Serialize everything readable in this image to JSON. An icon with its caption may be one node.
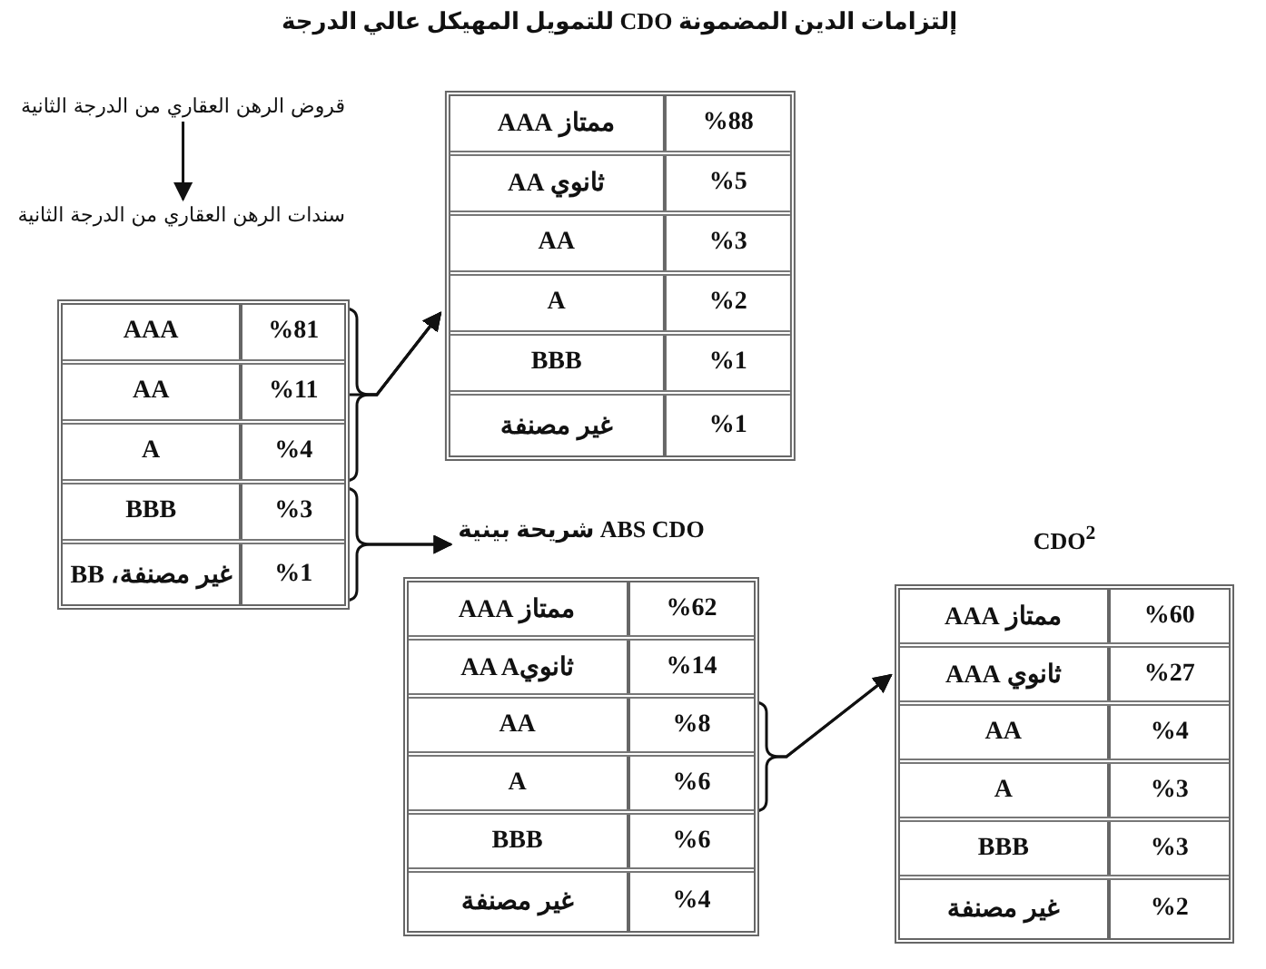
{
  "diagram": {
    "nodes": [
      {
        "text": [
          "قروض الرهن العقاري من الدرجة الثانية"
        ]
      },
      {
        "text": [
          "سندات الرهن العقاري من الدرجة الثانية"
        ]
      },
      {
        "text": [
          "إلتزامات الدين المضمونة CDO للتمويل المهيكل عالي الدرجة"
        ]
      },
      {
        "text": [
          "%88",
          "ممتاز AAA"
        ],
        "in": 2
      },
      {
        "text": [
          "%5",
          "ثانوي AA"
        ],
        "in": 2
      },
      {
        "text": [
          "%3",
          "AA"
        ],
        "in": 2
      },
      {
        "text": [
          "%2",
          "A"
        ],
        "in": 2
      },
      {
        "text": [
          "%1",
          "BBB"
        ],
        "in": 2
      },
      {
        "text": [
          "%1",
          "غير مصنفة"
        ],
        "in": 2
      },
      {
        "text": [],
        "shape": "box"
      },
      {
        "text": [
          "%81",
          "AAA"
        ],
        "in": 9
      },
      {
        "text": [
          "%11",
          "AA"
        ],
        "in": 9
      },
      {
        "text": [
          "%4",
          "A"
        ],
        "in": 9
      },
      {
        "text": [
          "%3",
          "BBB"
        ],
        "in": 9
      },
      {
        "text": [
          "%1",
          "غير مصنفة، BB"
        ],
        "in": 9
      },
      {
        "text": [
          "ABS CDO شريحة بينية"
        ]
      },
      {
        "text": [
          "%62",
          "ممتاز AAA"
        ],
        "in": 15
      },
      {
        "text": [
          "%14",
          "ثانويAA A"
        ],
        "in": 15
      },
      {
        "text": [
          "%8",
          "AA"
        ],
        "in": 15
      },
      {
        "text": [
          "%6",
          "A"
        ],
        "in": 15
      },
      {
        "text": [
          "%6",
          "BBB"
        ],
        "in": 15
      },
      {
        "text": [
          "%4",
          "غير مصنفة"
        ],
        "in": 15
      },
      {
        "text": [
          "CDO$^{2}$"
        ]
      },
      {
        "text": [
          "%60",
          "ممتاز AAA"
        ],
        "in": 22
      },
      {
        "text": [
          "%27",
          "ثانوي AAA"
        ],
        "in": 22
      },
      {
        "text": [
          "%4",
          "AA"
        ],
        "in": 22
      },
      {
        "text": [
          "%3",
          "A"
        ],
        "in": 22
      },
      {
        "text": [
          "%3",
          "BBB"
        ],
        "in": 22
      },
      {
        "text": [
          "%2",
          "غير مصنفة"
        ],
        "in": 22
      }
    ],
    "edges": [
      {
        "from": 0,
        "to": 1,
        "arrow": "to"
      },
      {
        "from": 10,
        "to": 2,
        "arrow": "to"
      },
      {
        "from": 11,
        "to": 2,
        "arrow": "to"
      },
      {
        "from": 12,
        "to": 2,
        "arrow": "to"
      },
      {
        "from": 13,
        "to": 15,
        "arrow": "to"
      },
      {
        "from": 14,
        "to": 15,
        "arrow": "to"
      },
      {
        "from": 18,
        "to": 22,
        "arrow": "to"
      },
      {
        "from": 19,
        "to": 22,
        "arrow": "to"
      }
    ]
  }
}
